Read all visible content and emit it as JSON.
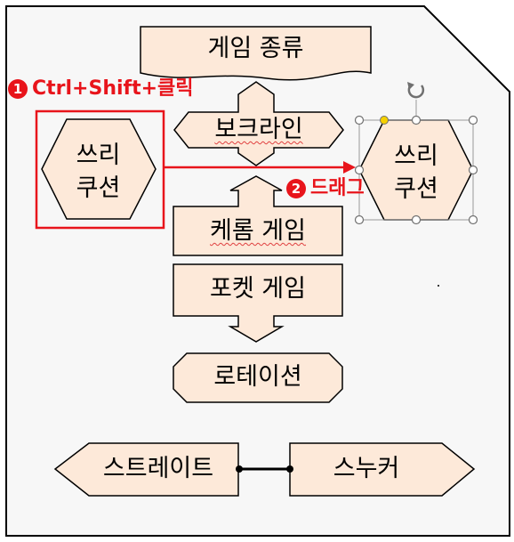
{
  "shapes": {
    "game_type": "게임 종류",
    "borderline": "보크라인",
    "three_cushion_line1": "쓰리",
    "three_cushion_line2": "쿠션",
    "carom_game": "케롬 게임",
    "pocket_game": "포켓 게임",
    "rotation": "로테이션",
    "straight": "스트레이트",
    "snooker": "스누커"
  },
  "annotations": {
    "step1_number": "1",
    "step1_text": "Ctrl+Shift+클릭",
    "step2_number": "2",
    "step2_text": "드래그"
  },
  "colors": {
    "shape_fill": "#fde9d9",
    "outline": "#000000",
    "highlight": "#e8141b",
    "handle": "#808080",
    "adjust_handle": "#f5d000",
    "page": "#f7f7f7"
  }
}
